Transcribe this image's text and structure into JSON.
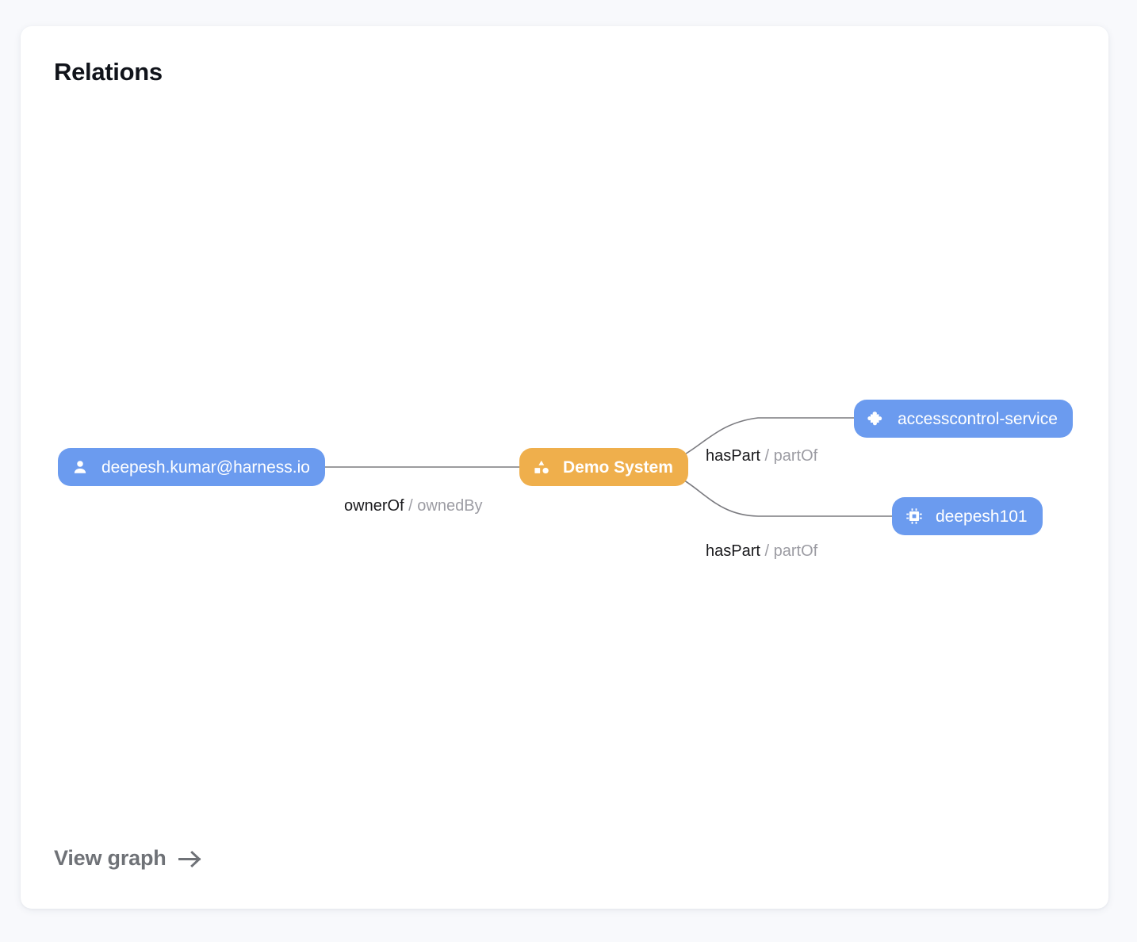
{
  "card": {
    "title": "Relations",
    "footer_link": {
      "label": "View graph",
      "icon": "arrow-right-icon"
    }
  },
  "graph": {
    "nodes": [
      {
        "id": "user",
        "label": "deepesh.kumar@harness.io",
        "kind": "user",
        "icon": "person-icon",
        "color": "#6b9bef"
      },
      {
        "id": "system",
        "label": "Demo System",
        "kind": "system",
        "icon": "shapes-icon",
        "color": "#efaf4c"
      },
      {
        "id": "component",
        "label": "accesscontrol-service",
        "kind": "component",
        "icon": "puzzle-piece-icon",
        "color": "#6b9bef"
      },
      {
        "id": "resource",
        "label": "deepesh101",
        "kind": "resource",
        "icon": "chip-icon",
        "color": "#6b9bef"
      }
    ],
    "edges": [
      {
        "from": "user",
        "to": "system",
        "forward": "ownerOf",
        "separator": " / ",
        "reverse": "ownedBy"
      },
      {
        "from": "system",
        "to": "component",
        "forward": "hasPart",
        "separator": " / ",
        "reverse": "partOf"
      },
      {
        "from": "system",
        "to": "resource",
        "forward": "hasPart",
        "separator": " / ",
        "reverse": "partOf"
      }
    ],
    "edge_color": "#7a7a7f"
  }
}
